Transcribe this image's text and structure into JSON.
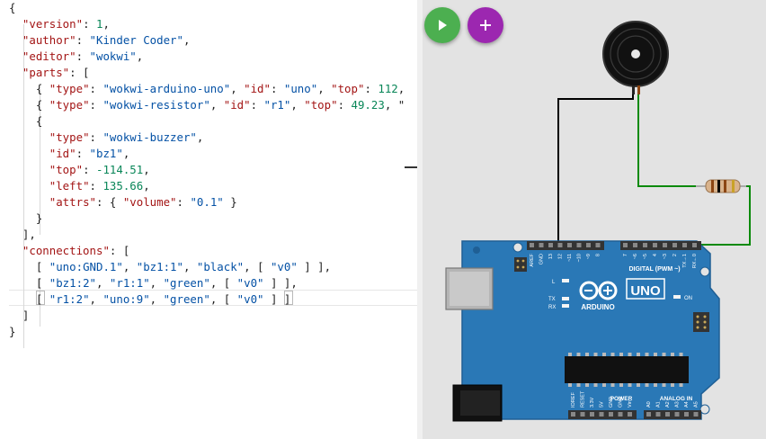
{
  "editor": {
    "lines": [
      [
        [
          "p",
          "{"
        ]
      ],
      [
        [
          "p",
          "  "
        ],
        [
          "k",
          "\"version\""
        ],
        [
          "p",
          ": "
        ],
        [
          "n",
          "1"
        ],
        [
          "p",
          ","
        ]
      ],
      [
        [
          "p",
          "  "
        ],
        [
          "k",
          "\"author\""
        ],
        [
          "p",
          ": "
        ],
        [
          "s",
          "\"Kinder Coder\""
        ],
        [
          "p",
          ","
        ]
      ],
      [
        [
          "p",
          "  "
        ],
        [
          "k",
          "\"editor\""
        ],
        [
          "p",
          ": "
        ],
        [
          "s",
          "\"wokwi\""
        ],
        [
          "p",
          ","
        ]
      ],
      [
        [
          "p",
          "  "
        ],
        [
          "k",
          "\"parts\""
        ],
        [
          "p",
          ": ["
        ]
      ],
      [
        [
          "p",
          "    { "
        ],
        [
          "k",
          "\"type\""
        ],
        [
          "p",
          ": "
        ],
        [
          "s",
          "\"wokwi-arduino-uno\""
        ],
        [
          "p",
          ", "
        ],
        [
          "k",
          "\"id\""
        ],
        [
          "p",
          ": "
        ],
        [
          "s",
          "\"uno\""
        ],
        [
          "p",
          ", "
        ],
        [
          "k",
          "\"top\""
        ],
        [
          "p",
          ": "
        ],
        [
          "n",
          "112"
        ],
        [
          "p",
          ","
        ]
      ],
      [
        [
          "p",
          "    { "
        ],
        [
          "k",
          "\"type\""
        ],
        [
          "p",
          ": "
        ],
        [
          "s",
          "\"wokwi-resistor\""
        ],
        [
          "p",
          ", "
        ],
        [
          "k",
          "\"id\""
        ],
        [
          "p",
          ": "
        ],
        [
          "s",
          "\"r1\""
        ],
        [
          "p",
          ", "
        ],
        [
          "k",
          "\"top\""
        ],
        [
          "p",
          ": "
        ],
        [
          "n",
          "49.23"
        ],
        [
          "p",
          ", \""
        ]
      ],
      [
        [
          "p",
          "    {"
        ]
      ],
      [
        [
          "p",
          "      "
        ],
        [
          "k",
          "\"type\""
        ],
        [
          "p",
          ": "
        ],
        [
          "s",
          "\"wokwi-buzzer\""
        ],
        [
          "p",
          ","
        ]
      ],
      [
        [
          "p",
          "      "
        ],
        [
          "k",
          "\"id\""
        ],
        [
          "p",
          ": "
        ],
        [
          "s",
          "\"bz1\""
        ],
        [
          "p",
          ","
        ]
      ],
      [
        [
          "p",
          "      "
        ],
        [
          "k",
          "\"top\""
        ],
        [
          "p",
          ": "
        ],
        [
          "n",
          "-114.51"
        ],
        [
          "p",
          ","
        ]
      ],
      [
        [
          "p",
          "      "
        ],
        [
          "k",
          "\"left\""
        ],
        [
          "p",
          ": "
        ],
        [
          "n",
          "135.66"
        ],
        [
          "p",
          ","
        ]
      ],
      [
        [
          "p",
          "      "
        ],
        [
          "k",
          "\"attrs\""
        ],
        [
          "p",
          ": { "
        ],
        [
          "k",
          "\"volume\""
        ],
        [
          "p",
          ": "
        ],
        [
          "s",
          "\"0.1\""
        ],
        [
          "p",
          " }"
        ]
      ],
      [
        [
          "p",
          "    }"
        ]
      ],
      [
        [
          "p",
          "  ],"
        ]
      ],
      [
        [
          "p",
          "  "
        ],
        [
          "k",
          "\"connections\""
        ],
        [
          "p",
          ": ["
        ]
      ],
      [
        [
          "p",
          "    [ "
        ],
        [
          "s",
          "\"uno:GND.1\""
        ],
        [
          "p",
          ", "
        ],
        [
          "s",
          "\"bz1:1\""
        ],
        [
          "p",
          ", "
        ],
        [
          "s",
          "\"black\""
        ],
        [
          "p",
          ", [ "
        ],
        [
          "s",
          "\"v0\""
        ],
        [
          "p",
          " ] ],"
        ]
      ],
      [
        [
          "p",
          "    [ "
        ],
        [
          "s",
          "\"bz1:2\""
        ],
        [
          "p",
          ", "
        ],
        [
          "s",
          "\"r1:1\""
        ],
        [
          "p",
          ", "
        ],
        [
          "s",
          "\"green\""
        ],
        [
          "p",
          ", [ "
        ],
        [
          "s",
          "\"v0\""
        ],
        [
          "p",
          " ] ],"
        ]
      ],
      [
        [
          "p",
          "    [ "
        ],
        [
          "s",
          "\"r1:2\""
        ],
        [
          "p",
          ", "
        ],
        [
          "s",
          "\"uno:9\""
        ],
        [
          "p",
          ", "
        ],
        [
          "s",
          "\"green\""
        ],
        [
          "p",
          ", [ "
        ],
        [
          "s",
          "\"v0\""
        ],
        [
          "p",
          " ] ]"
        ]
      ],
      [
        [
          "p",
          "  ]"
        ]
      ],
      [
        [
          "p",
          "}"
        ]
      ]
    ]
  },
  "toolbar": {
    "play_icon": "play-icon",
    "add_icon": "plus-icon"
  },
  "board": {
    "brand": "ARDUINO",
    "model": "UNO",
    "on_label": "ON",
    "l_label": "L",
    "tx_label": "TX",
    "rx_label": "RX",
    "digital_label": "DIGITAL (PWM ~)",
    "power_label": "POWER",
    "analog_label": "ANALOG IN",
    "header_top_left": [
      "AREF",
      "GND",
      "13",
      "12",
      "~11",
      "~10",
      "~9",
      "8"
    ],
    "header_top_right": [
      "7",
      "~6",
      "~5",
      "4",
      "~3",
      "2",
      "TX→1",
      "RX←0"
    ],
    "header_power": [
      "IOREF",
      "RESET",
      "3.3V",
      "5V",
      "GND",
      "GND",
      "Vin"
    ],
    "header_analog": [
      "A0",
      "A1",
      "A2",
      "A3",
      "A4",
      "A5"
    ]
  },
  "colors": {
    "board": "#2a78b6",
    "board_dark": "#1f5f95",
    "wire_black": "#000000",
    "wire_green": "#0a8a0a",
    "play": "#4caf50",
    "add": "#9c27b0"
  }
}
